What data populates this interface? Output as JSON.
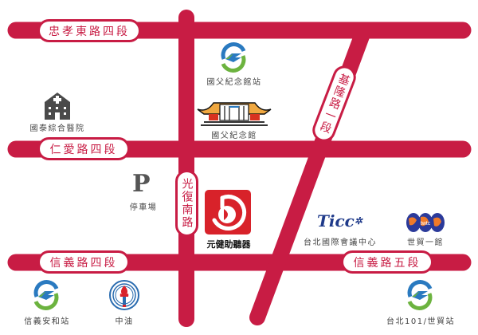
{
  "colors": {
    "road": "#c81c44",
    "metro_blue": "#2a7ac0",
    "metro_green": "#6cb33f",
    "label_text": "#444444",
    "brand_red": "#d8222a",
    "hospital": "#4a4a4a"
  },
  "roads": {
    "zhongxiao": "忠孝東路四段",
    "renai": "仁愛路四段",
    "xinyi_4": "信義路四段",
    "xinyi_5": "信義路五段",
    "guangfu": "光復南路",
    "keelung": "基隆路一段"
  },
  "pois": {
    "sun_yat_sen_station": {
      "label": "國父紀念館站",
      "icon": "metro-icon"
    },
    "sun_yat_sen_memorial": {
      "label": "國父紀念館",
      "icon": "memorial-hall-icon"
    },
    "cathay_hospital": {
      "label": "國泰綜合醫院",
      "icon": "hospital-icon"
    },
    "parking": {
      "label": "停車場",
      "icon": "parking-icon",
      "glyph": "P"
    },
    "brand": {
      "label": "元健助聽器",
      "icon": "brand-logo-icon"
    },
    "ticc": {
      "label": "台北國際會議中心",
      "icon": "ticc-logo-icon",
      "logo_text": "Ticc"
    },
    "wtc": {
      "label": "世貿一館",
      "icon": "wtc-logo-icon",
      "logo_text": "twtc"
    },
    "xinyi_anhe_station": {
      "label": "信義安和站",
      "icon": "metro-icon"
    },
    "cpc": {
      "label": "中油",
      "icon": "cpc-logo-icon"
    },
    "taipei101_station": {
      "label": "台北101/世貿站",
      "icon": "metro-icon"
    }
  }
}
